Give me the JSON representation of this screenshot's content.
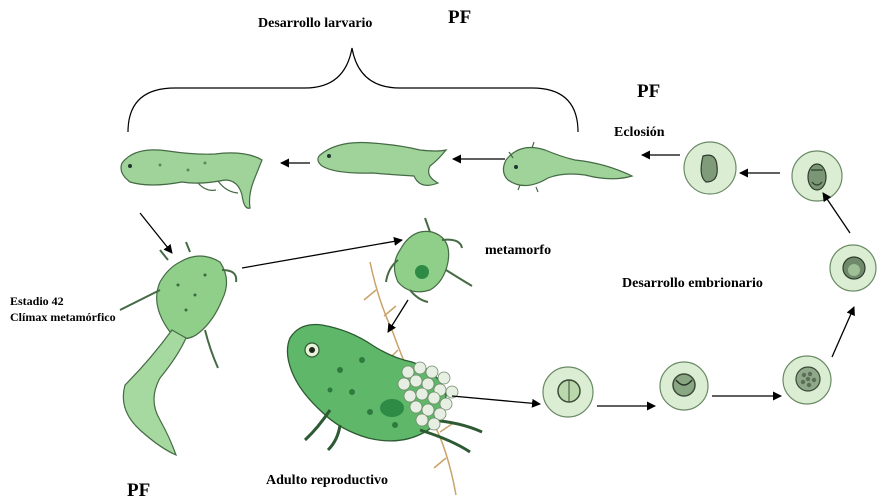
{
  "labels": {
    "larval_development": "Desarrollo larvario",
    "pf_top": "PF",
    "pf_right": "PF",
    "pf_bottom": "PF",
    "hatching": "Eclosión",
    "metamorph": "metamorfo",
    "stage_line1": "Estadio 42",
    "stage_line2": "Clímax metamórfico",
    "embryonic_development": "Desarrollo embrionario",
    "reproductive_adult": "Adulto reproductivo"
  },
  "colors": {
    "body_green": "#8fcf8a",
    "dark_green": "#3f9b4f",
    "spot_green": "#2e8b46",
    "egg_jelly": "#cfe8c5",
    "egg_core": "#4a5a48",
    "line": "#000000",
    "stalk": "#c9a36a"
  }
}
